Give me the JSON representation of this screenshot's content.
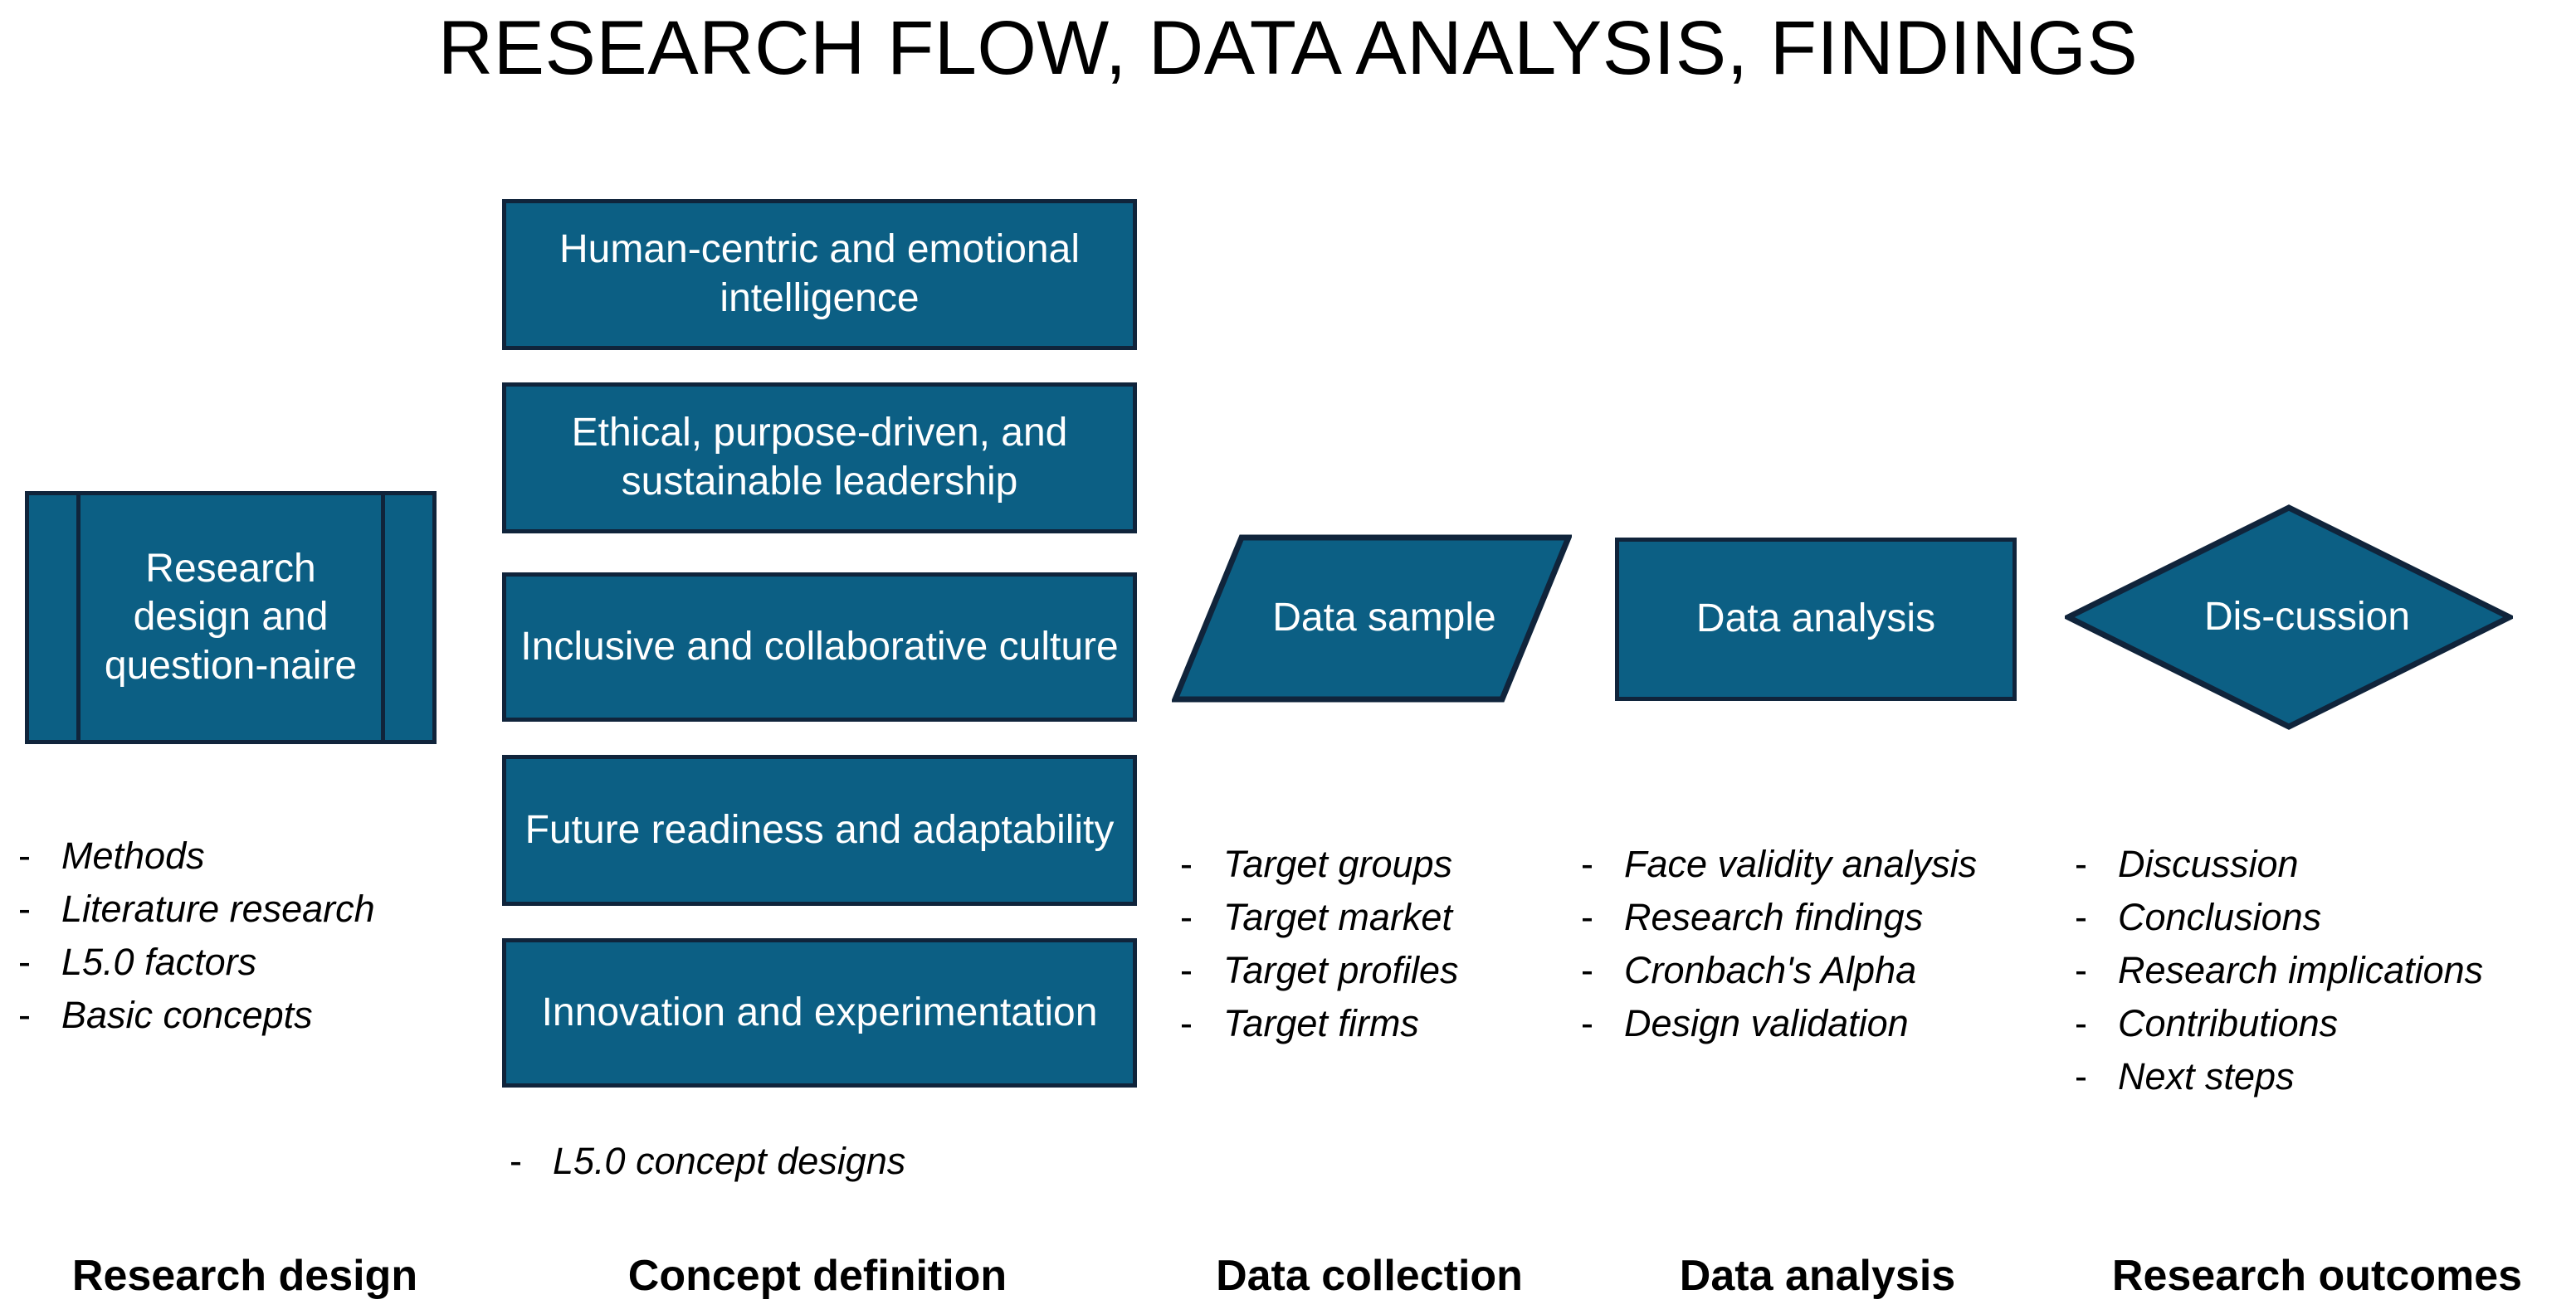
{
  "title": "RESEARCH FLOW, DATA ANALYSIS, FINDINGS",
  "colors": {
    "shape_fill": "#0C5F84",
    "shape_border": "#10243B",
    "shape_text": "#FFFFFF",
    "page_background": "#FFFFFF",
    "body_text": "#000000"
  },
  "columns": [
    {
      "label": "Research design",
      "shape": {
        "type": "predefined-process",
        "text": "Research design and question-naire"
      },
      "bullets": [
        "Methods",
        "Literature research",
        "L5.0 factors",
        "Basic concepts"
      ]
    },
    {
      "label": "Concept definition",
      "boxes": [
        {
          "type": "rectangle",
          "text": "Human-centric and emotional intelligence"
        },
        {
          "type": "rectangle",
          "text": "Ethical, purpose-driven, and sustainable leadership"
        },
        {
          "type": "rectangle",
          "text": "Inclusive and collaborative culture"
        },
        {
          "type": "rectangle",
          "text": "Future readiness and adaptability"
        },
        {
          "type": "rectangle",
          "text": "Innovation and experimentation"
        }
      ],
      "bullets": [
        "L5.0 concept designs"
      ]
    },
    {
      "label": "Data collection",
      "shape": {
        "type": "parallelogram",
        "text": "Data sample"
      },
      "bullets": [
        "Target groups",
        "Target market",
        "Target profiles",
        "Target firms"
      ]
    },
    {
      "label": "Data analysis",
      "shape": {
        "type": "rectangle",
        "text": "Data analysis"
      },
      "bullets": [
        "Face validity analysis",
        "Research findings",
        "Cronbach's Alpha",
        "Design validation"
      ]
    },
    {
      "label": "Research outcomes",
      "shape": {
        "type": "diamond",
        "text": "Dis-cussion"
      },
      "bullets": [
        "Discussion",
        "Conclusions",
        "Research implications",
        "Contributions",
        "Next steps"
      ]
    }
  ],
  "bullet_marker": "-"
}
